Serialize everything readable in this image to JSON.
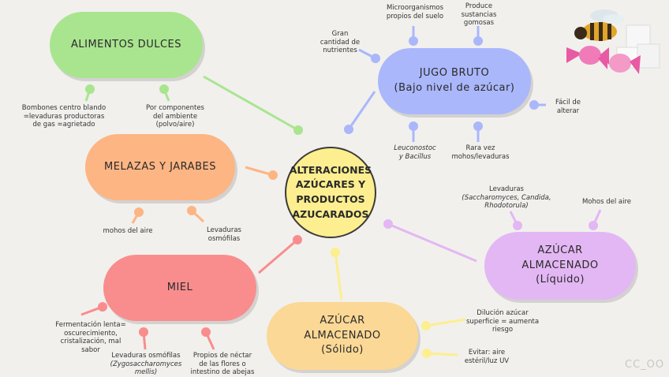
{
  "center": {
    "lines": [
      "ALTERACIONES",
      "AZÚCARES Y",
      "PRODUCTOS",
      "AZUCARADOS"
    ]
  },
  "nodes": {
    "alimentos_dulces": {
      "title": "ALIMENTOS DULCES",
      "color": "#a9e58f"
    },
    "melazas": {
      "title": "MELAZAS Y JARABES",
      "color": "#fdb584"
    },
    "miel": {
      "title": "MIEL",
      "color": "#f98d8d"
    },
    "jugo_bruto": {
      "line1": "JUGO BRUTO",
      "line2": "(Bajo nivel de azúcar)",
      "color": "#aab7fb"
    },
    "azucar_liquido": {
      "line1": "AZÚCAR",
      "line2": "ALMACENADO",
      "line3": "(Líquido)",
      "color": "#e3b7f3"
    },
    "azucar_solido": {
      "line1": "AZÚCAR",
      "line2": "ALMACENADO",
      "line3": "(Sólido)",
      "color": "#fbd895"
    }
  },
  "labels": {
    "bombones": [
      "Bombones centro blando",
      "=levaduras productoras",
      "de gas =agrietado"
    ],
    "componentes": [
      "Por componentes",
      "del ambiente",
      "(polvo/aire)"
    ],
    "mohos_aire_left": "mohos del aire",
    "lev_osmofilas": [
      "Levaduras",
      "osmófilas"
    ],
    "fermentacion": [
      "Fermentación lenta=",
      "oscurecimiento,",
      "cristalización, mal",
      "sabor"
    ],
    "lev_zygo": [
      "Levaduras osmófilas",
      "(Zygosaccharomyces",
      "mellis)"
    ],
    "nectar": [
      "Propios de néctar",
      "de las flores o",
      "intestino de abejas"
    ],
    "gran_cantidad": [
      "Gran",
      "cantidad de",
      "nutrientes"
    ],
    "microorganismos": [
      "Microorganismos",
      "propios del suelo"
    ],
    "sustancias": [
      "Produce",
      "sustancias",
      "gomosas"
    ],
    "facil_alterar": [
      "Fácil de",
      "alterar"
    ],
    "leuconostoc": [
      "Leuconostoc",
      "y Bacillus"
    ],
    "rara_vez": [
      "Rara vez",
      "mohos/levaduras"
    ],
    "lev_sacch": [
      "Levaduras",
      "(Saccharomyces, Candida,",
      "Rhodotorula)"
    ],
    "mohos_aire_right": "Mohos del aire",
    "dilucion": [
      "Dilución azúcar",
      "superficie = aumenta",
      "riesgo"
    ],
    "evitar": [
      "Evitar: aire",
      "estéril/luz UV"
    ]
  },
  "watermark": "CC_OO",
  "illustration": {
    "icons": [
      "bee-icon",
      "candy-icon",
      "sugar-cubes-icon"
    ]
  }
}
